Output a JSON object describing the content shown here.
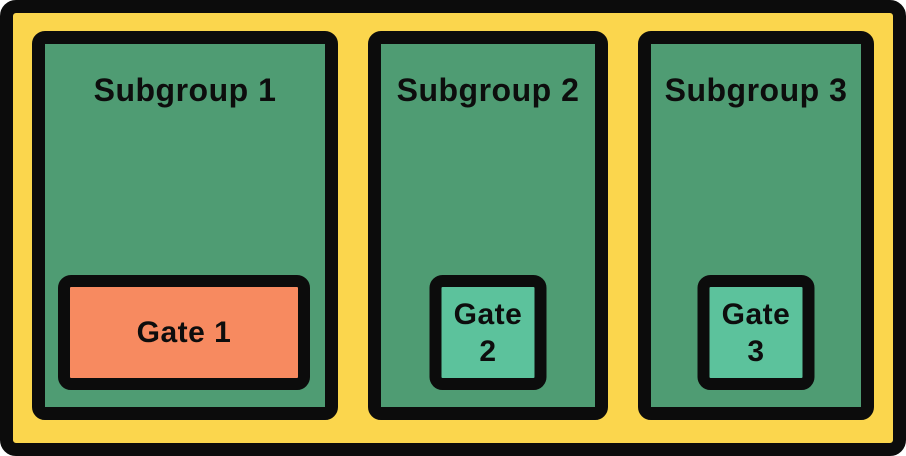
{
  "diagram": {
    "kind": "nested-group-diagram",
    "colors": {
      "frame_fill": "#FBD64D",
      "outline": "#0C0C0C",
      "subgroup_fill": "#4F9C73",
      "gate_orange_fill": "#F78A60",
      "gate_teal_fill": "#5CC29C",
      "text": "#0D0D0D"
    },
    "subgroups": [
      {
        "label": "Subgroup 1",
        "gate": {
          "label": "Gate 1",
          "fill": "#F78A60"
        }
      },
      {
        "label": "Subgroup 2",
        "gate": {
          "label": "Gate 2",
          "fill": "#5CC29C"
        }
      },
      {
        "label": "Subgroup 3",
        "gate": {
          "label": "Gate 3",
          "fill": "#5CC29C"
        }
      }
    ]
  }
}
